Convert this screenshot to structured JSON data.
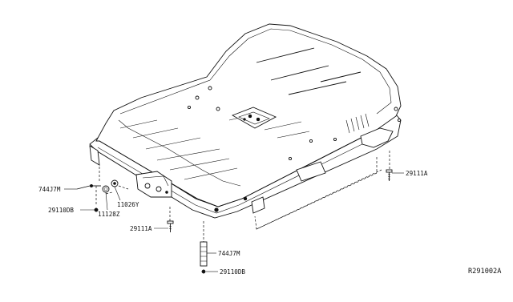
{
  "labels": {
    "p29111A_right": "29111A",
    "p744J7M_left": "744J7M",
    "p29110DB_left": "29110DB",
    "p11128Z": "11128Z",
    "p11026Y": "11026Y",
    "p29111A_bottom": "29111A",
    "p744J7M_bottom": "744J7M",
    "p29110DB_bottom": "29110DB"
  },
  "diagram_ref": "R291002A"
}
